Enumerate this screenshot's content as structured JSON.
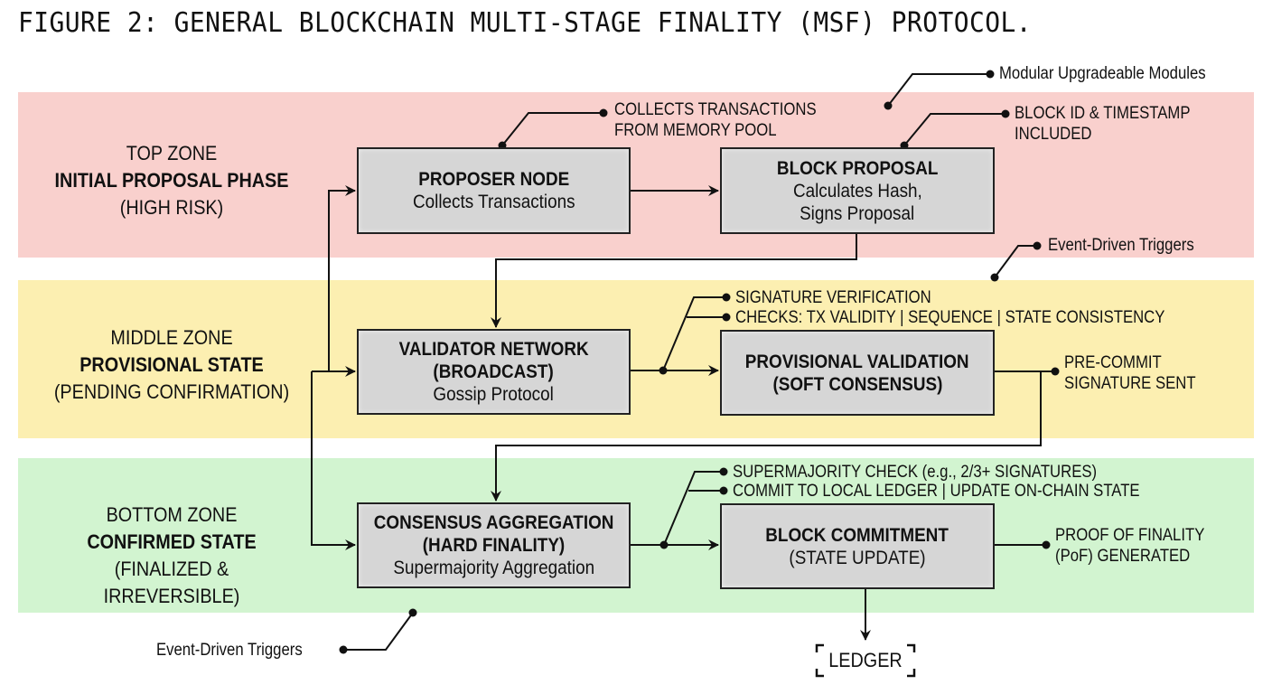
{
  "title": "FIGURE 2: GENERAL BLOCKCHAIN MULTI-STAGE FINALITY (MSF) PROTOCOL.",
  "zones": {
    "top": {
      "line1": "TOP ZONE",
      "line2": "INITIAL PROPOSAL PHASE",
      "line3": "(HIGH RISK)",
      "color": "#f9d0cd"
    },
    "middle": {
      "line1": "MIDDLE ZONE",
      "line2": "PROVISIONAL STATE",
      "line3": "(PENDING CONFIRMATION)",
      "color": "#fcefb1"
    },
    "bottom": {
      "line1": "BOTTOM ZONE",
      "line2": "CONFIRMED STATE",
      "line3": "(FINALIZED & IRREVERSIBLE)",
      "color": "#d2f4d0"
    }
  },
  "nodes": {
    "proposer": {
      "title": "PROPOSER NODE",
      "sub1": "Collects Transactions"
    },
    "block_proposal": {
      "title": "BLOCK PROPOSAL",
      "sub1": "Calculates Hash,",
      "sub2": "Signs Proposal"
    },
    "validator": {
      "title": "VALIDATOR NETWORK",
      "title2": "(BROADCAST)",
      "sub1": "Gossip Protocol"
    },
    "provisional": {
      "title": "PROVISIONAL VALIDATION",
      "title2": "(SOFT CONSENSUS)"
    },
    "consensus": {
      "title": "CONSENSUS AGGREGATION",
      "title2": "(HARD FINALITY)",
      "sub1": "Supermajority Aggregation"
    },
    "commitment": {
      "title": "BLOCK COMMITMENT",
      "title2": "(STATE UPDATE)"
    },
    "ledger": {
      "label": "LEDGER"
    }
  },
  "annotations": {
    "modular": "Modular Upgradeable Modules",
    "collects_1": "COLLECTS TRANSACTIONS",
    "collects_2": "FROM MEMORY POOL",
    "blockid_1": "BLOCK ID & TIMESTAMP",
    "blockid_2": "INCLUDED",
    "event_top": "Event-Driven Triggers",
    "sig_verif": "SIGNATURE VERIFICATION",
    "checks": "CHECKS: TX VALIDITY | SEQUENCE | STATE CONSISTENCY",
    "precommit_1": "PRE-COMMIT",
    "precommit_2": "SIGNATURE SENT",
    "supermajority": "SUPERMAJORITY CHECK (e.g., 2/3+ SIGNATURES)",
    "commit_local": "COMMIT TO LOCAL LEDGER | UPDATE ON-CHAIN STATE",
    "pof_1": "PROOF OF FINALITY",
    "pof_2": "(PoF) GENERATED",
    "event_bottom": "Event-Driven Triggers"
  }
}
